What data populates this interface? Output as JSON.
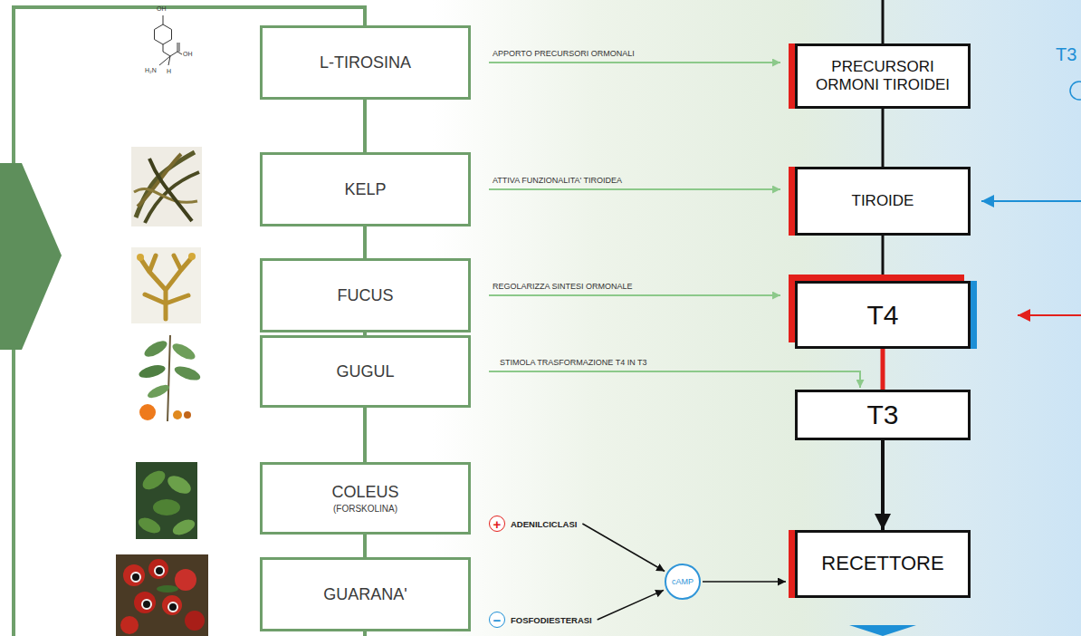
{
  "diagram": {
    "nodes": [
      {
        "text": [
          "L-TIROSINA"
        ]
      },
      {
        "text": [
          "KELP"
        ]
      },
      {
        "text": [
          "FUCUS"
        ]
      },
      {
        "text": [
          "GUGUL"
        ]
      },
      {
        "text": [
          "COLEUS",
          "(FORSKOLINA)"
        ]
      },
      {
        "text": [
          "GUARANA'"
        ]
      },
      {
        "text": [
          "PRECURSORI ORMONI TIROIDEI"
        ]
      },
      {
        "text": [
          "TIROIDE"
        ]
      },
      {
        "text": [
          "T4"
        ]
      },
      {
        "text": [
          "T3"
        ]
      },
      {
        "text": [
          "RECETTORE"
        ]
      },
      {
        "text": [
          "+",
          "ADENILCICLASI"
        ]
      },
      {
        "text": [
          "−",
          "FOSFODIESTERASI"
        ]
      },
      {
        "text": [
          "cAMP"
        ]
      }
    ],
    "edges": [
      {
        "from": 0,
        "to": 6,
        "label": "APPORTO PRECURSORI ORMONALI",
        "arrow": "to"
      },
      {
        "from": 1,
        "to": 7,
        "label": "ATTIVA FUNZIONALITA' TIROIDEA",
        "arrow": "to"
      },
      {
        "from": 2,
        "to": 8,
        "label": "REGOLARIZZA SINTESI ORMONALE",
        "arrow": "to"
      },
      {
        "from": 3,
        "to": 9,
        "label": "STIMOLA TRASFORMAZIONE T4 IN T3",
        "arrow": "to"
      },
      {
        "from": 6,
        "to": 7,
        "arrow": "none"
      },
      {
        "from": 7,
        "to": 8,
        "arrow": "none"
      },
      {
        "from": 8,
        "to": 9,
        "arrow": "none"
      },
      {
        "from": 9,
        "to": 10,
        "arrow": "to"
      },
      {
        "from": 11,
        "to": 13,
        "arrow": "to"
      },
      {
        "from": 12,
        "to": 13,
        "arrow": "to"
      },
      {
        "from": 13,
        "to": 10,
        "arrow": "to"
      }
    ],
    "labels": [
      "OH",
      "OH",
      "H₂N",
      "H",
      "T3"
    ]
  }
}
